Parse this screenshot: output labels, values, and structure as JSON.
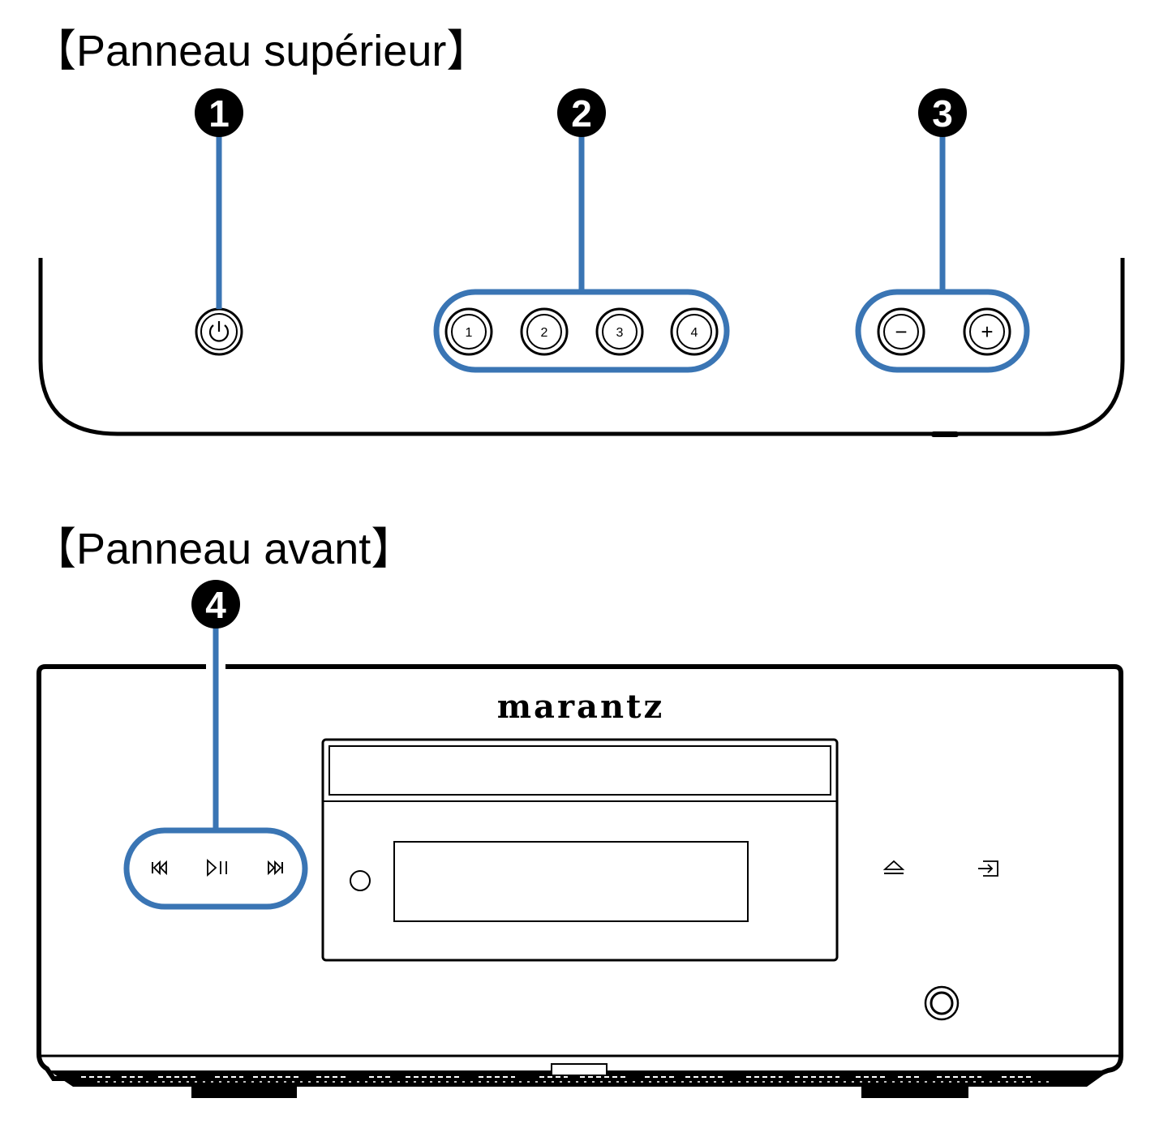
{
  "headings": {
    "top": "【Panneau supérieur】",
    "front": "【Panneau avant】"
  },
  "callouts": [
    "1",
    "2",
    "3",
    "4"
  ],
  "top_panel": {
    "preset_buttons": [
      "1",
      "2",
      "3",
      "4"
    ],
    "volume_buttons": [
      "−",
      "+"
    ],
    "power_icon": "power-icon"
  },
  "front_panel": {
    "brand": "marantz",
    "transport_icons": [
      "previous-icon",
      "play-pause-icon",
      "next-icon"
    ],
    "right_icons": [
      "eject-icon",
      "input-icon"
    ]
  },
  "colors": {
    "highlight": "#3a75b4",
    "line": "#000000",
    "callout_fill": "#000000"
  }
}
